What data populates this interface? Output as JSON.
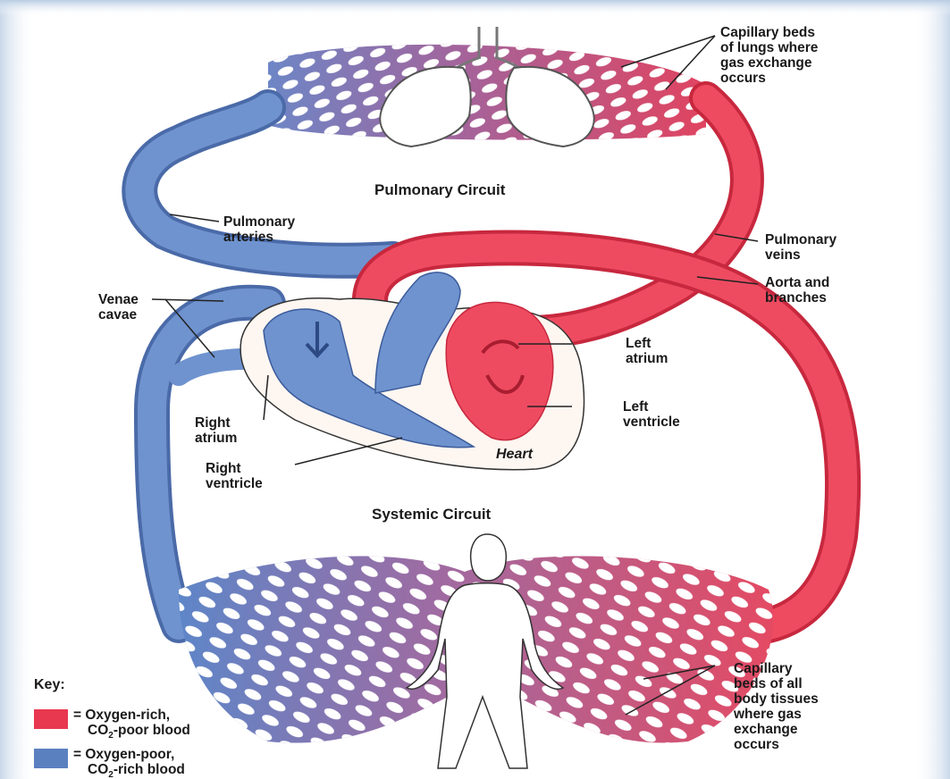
{
  "circuits": {
    "pulmonary": "Pulmonary Circuit",
    "systemic": "Systemic Circuit"
  },
  "labels": {
    "lung_capillaries": "Capillary beds\nof lungs where\ngas exchange\noccurs",
    "pulmonary_arteries": "Pulmonary\narteries",
    "pulmonary_veins": "Pulmonary\nveins",
    "aorta": "Aorta and\nbranches",
    "venae_cavae": "Venae\ncavae",
    "left_atrium": "Left\natrium",
    "left_ventricle": "Left\nventricle",
    "right_atrium": "Right\natrium",
    "right_ventricle": "Right\nventricle",
    "heart": "Heart",
    "body_capillaries": "Capillary\nbeds of all\nbody tissues\nwhere gas\nexchange\noccurs"
  },
  "key": {
    "title": "Key:",
    "items": [
      {
        "line1": "= Oxygen-rich,",
        "line2_pre": "CO",
        "line2_sub": "2",
        "line2_post": "-poor blood",
        "color": "#e8384f"
      },
      {
        "line1": "= Oxygen-poor,",
        "line2_pre": "CO",
        "line2_sub": "2",
        "line2_post": "-rich blood",
        "color": "#5b80c0"
      }
    ]
  },
  "colors": {
    "oxygen_rich": "#e8384f",
    "oxygen_poor": "#5b80c0",
    "mixed": "#9a6aa8"
  }
}
